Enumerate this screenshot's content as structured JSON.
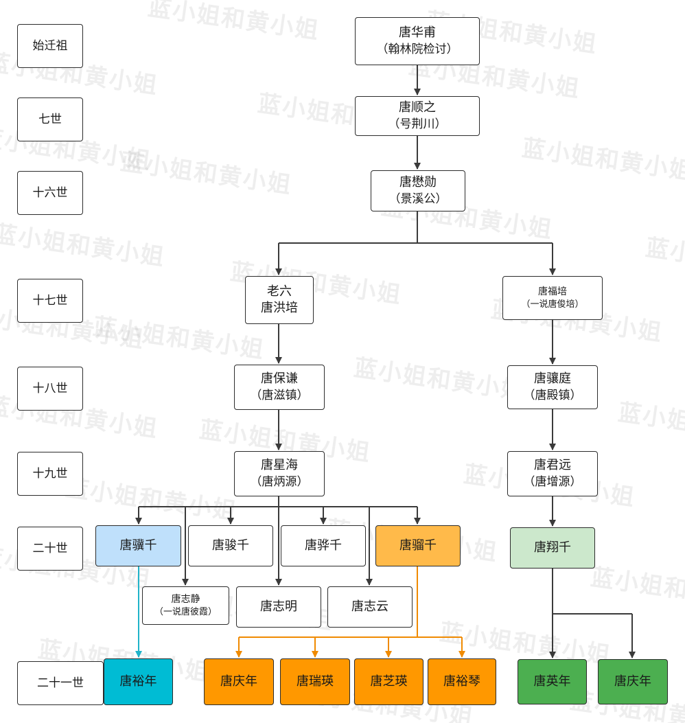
{
  "watermark": "蓝小姐和黄小姐",
  "generations": [
    "始迁祖",
    "七世",
    "十六世",
    "十七世",
    "十八世",
    "十九世",
    "二十世",
    "二十一世"
  ],
  "persons": {
    "huafu": {
      "name": "唐华甫",
      "note": "（翰林院检讨）"
    },
    "shunzhi": {
      "name": "唐顺之",
      "note": "（号荆川）"
    },
    "maoxun": {
      "name": "唐懋勋",
      "note": "（景溪公）"
    },
    "hongpei": {
      "name": "老六",
      "note": "唐洪培"
    },
    "fupei": {
      "name": "唐福培",
      "note": "（一说唐俊培）"
    },
    "baoqian": {
      "name": "唐保谦",
      "note": "（唐滋镇）"
    },
    "xiangting": {
      "name": "唐骧庭",
      "note": "（唐殿镇）"
    },
    "xinghai": {
      "name": "唐星海",
      "note": "（唐炳源）"
    },
    "junyuan": {
      "name": "唐君远",
      "note": "（唐增源）"
    },
    "jiqian": {
      "name": "唐骥千"
    },
    "junqian": {
      "name": "唐骏千"
    },
    "huaqian": {
      "name": "唐骅千"
    },
    "liuqian": {
      "name": "唐骝千"
    },
    "xiangqian": {
      "name": "唐翔千"
    },
    "zhijing": {
      "name": "唐志静",
      "note": "（一说唐彼霞）"
    },
    "zhiming": {
      "name": "唐志明"
    },
    "zhiyun": {
      "name": "唐志云"
    },
    "yunian1": {
      "name": "唐裕年"
    },
    "qingnian1": {
      "name": "唐庆年"
    },
    "ruiying": {
      "name": "唐瑞瑛"
    },
    "zhiying": {
      "name": "唐芝瑛"
    },
    "yuqin": {
      "name": "唐裕琴"
    },
    "yingnian": {
      "name": "唐英年"
    },
    "qingnian2": {
      "name": "唐庆年"
    }
  },
  "colors": {
    "line": "#3a3a3a",
    "blue_line": "#1fb3c9",
    "orange_line": "#f08a00",
    "light_blue": "#bfe0fb",
    "light_orange": "#ffba4a",
    "light_green": "#cce8cc",
    "cyan": "#00bcd4",
    "orange": "#ff9800",
    "green": "#4caf50"
  }
}
